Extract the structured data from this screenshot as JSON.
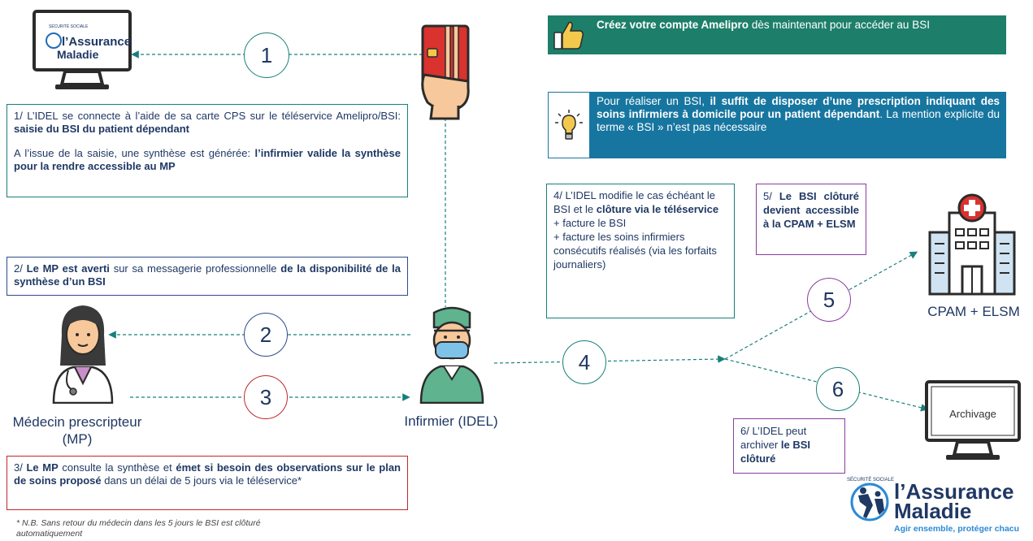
{
  "steps": {
    "s1": "1",
    "s2": "2",
    "s3": "3",
    "s4": "4",
    "s5": "5",
    "s6": "6"
  },
  "box1": {
    "p1_a": "1/ L’IDEL se connecte à l’aide de sa carte CPS sur le téléservice Amelipro/BSI: ",
    "p1_b": "saisie du BSI du patient dépendant",
    "p2_a": "A l’issue de la saisie, une synthèse est générée: ",
    "p2_b": "l’infirmier valide la synthèse pour la rendre accessible au MP"
  },
  "box2": {
    "a": "2/ ",
    "b": "Le MP est averti",
    "c": " sur sa messagerie professionnelle ",
    "d": "de la disponibilité de la synthèse d’un BSI"
  },
  "box3": {
    "a": "3/ ",
    "b": "Le MP",
    "c": " consulte la synthèse et ",
    "d": "émet si besoin des observations sur le plan de soins proposé",
    "e": " dans un délai de 5 jours via le téléservice*"
  },
  "box4": {
    "a": "4/ L’IDEL modifie le cas échéant le BSI et le ",
    "b": "clôture via le téléservice",
    "c": "+ facture le BSI",
    "d": "+ facture les soins infirmiers consécutifs réalisés (via les forfaits journaliers)"
  },
  "box5": {
    "a": "5/ ",
    "b": "Le BSI clôturé devient accessible à la CPAM + ELSM"
  },
  "box6": {
    "a": "6/ L’IDEL peut archiver ",
    "b": "le BSI clôturé"
  },
  "banner_top": {
    "bold": "Créez votre compte Amelipro",
    "rest": " dès maintenant pour accéder au BSI"
  },
  "banner_info": {
    "a": "Pour réaliser un BSI, ",
    "b": "il suffit de disposer d’une prescription indiquant des soins infirmiers à domicile pour un patient dépendant",
    "c": ". La mention explicite du terme « BSI » n’est pas nécessaire"
  },
  "labels": {
    "medecin": "Médecin prescripteur (MP)",
    "infirmier": "Infirmier (IDEL)",
    "cpam": "CPAM + ELSM",
    "archivage": "Archivage"
  },
  "monitor_logo": {
    "line1": "l’Assurance",
    "line2": "Maladie",
    "arc": "SÉCURITÉ SOCIALE"
  },
  "logo": {
    "line1": "l’Assurance",
    "line2": "Maladie",
    "tagline": "Agir ensemble, protéger chacu",
    "arc": "SÉCURITÉ SOCIALE"
  },
  "footnote": "* N.B. Sans retour du médecin dans les 5 jours le BSI est clôturé automatiquement",
  "colors": {
    "teal": "#17807a",
    "blue_dark": "#1f3864",
    "green_banner": "#1d7f6a",
    "blue_banner": "#1776a0",
    "red": "#c1272d",
    "purple": "#8a3d9e"
  }
}
